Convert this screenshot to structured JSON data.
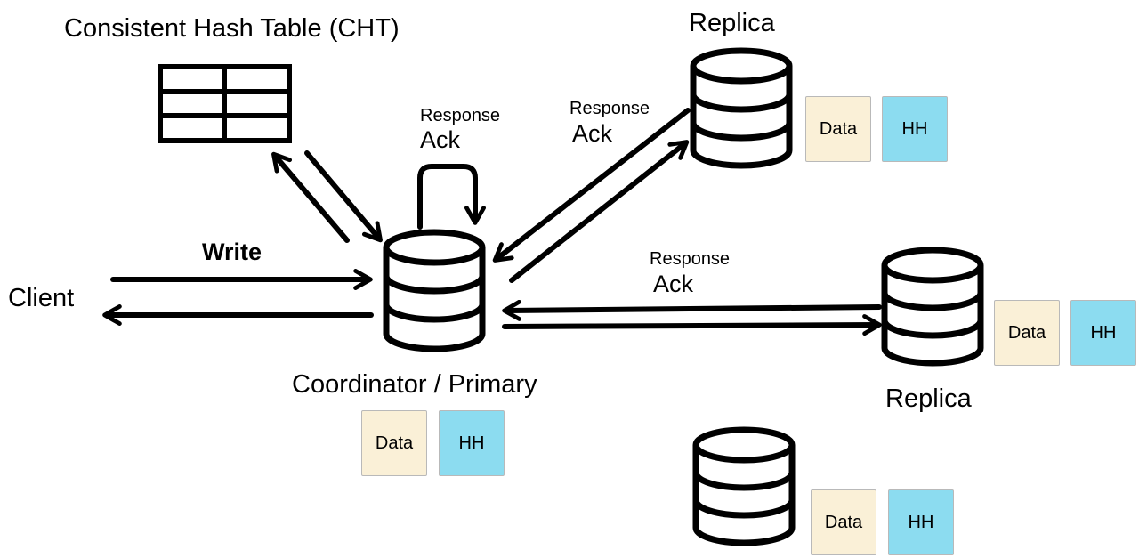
{
  "cht": {
    "title": "Consistent Hash Table (CHT)"
  },
  "client": {
    "label": "Client"
  },
  "write": {
    "label": "Write"
  },
  "coordinator": {
    "label": "Coordinator / Primary"
  },
  "self_loop": {
    "response": "Response",
    "ack": "Ack"
  },
  "replica_top": {
    "label": "Replica",
    "response": "Response",
    "ack": "Ack"
  },
  "replica_mid": {
    "label": "Replica",
    "response": "Response",
    "ack": "Ack"
  },
  "boxes": {
    "data": "Data",
    "hh": "HH"
  },
  "colors": {
    "data_fill": "#faf0d7",
    "hh_fill": "#8cdcf0",
    "stroke": "#000000",
    "box_border": "#b9b9b9"
  }
}
